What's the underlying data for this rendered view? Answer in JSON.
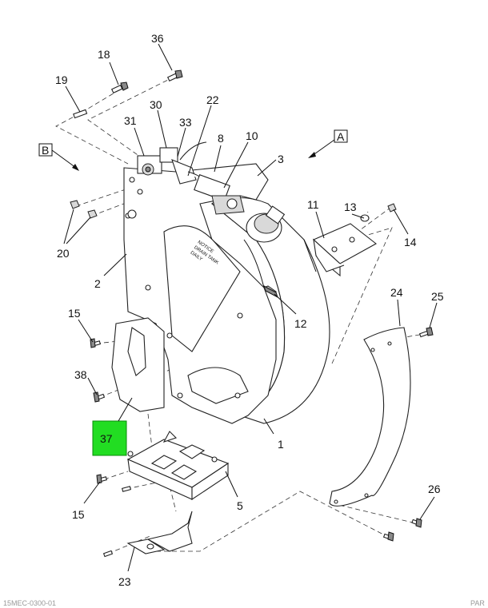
{
  "callouts": [
    "1",
    "2",
    "3",
    "5",
    "8",
    "10",
    "11",
    "12",
    "13",
    "14",
    "15",
    "15",
    "18",
    "19",
    "20",
    "22",
    "23",
    "24",
    "25",
    "26",
    "30",
    "31",
    "33",
    "36",
    "37",
    "38"
  ],
  "view_labels": {
    "a": "A",
    "b": "B"
  },
  "highlight": {
    "label": "37",
    "color": "#22dd22"
  },
  "decal_lines": [
    "NOTICE",
    "DRAIN TANK",
    "DAILY"
  ],
  "footer": {
    "left": "15MEC-0300-01",
    "right": "PAR"
  }
}
